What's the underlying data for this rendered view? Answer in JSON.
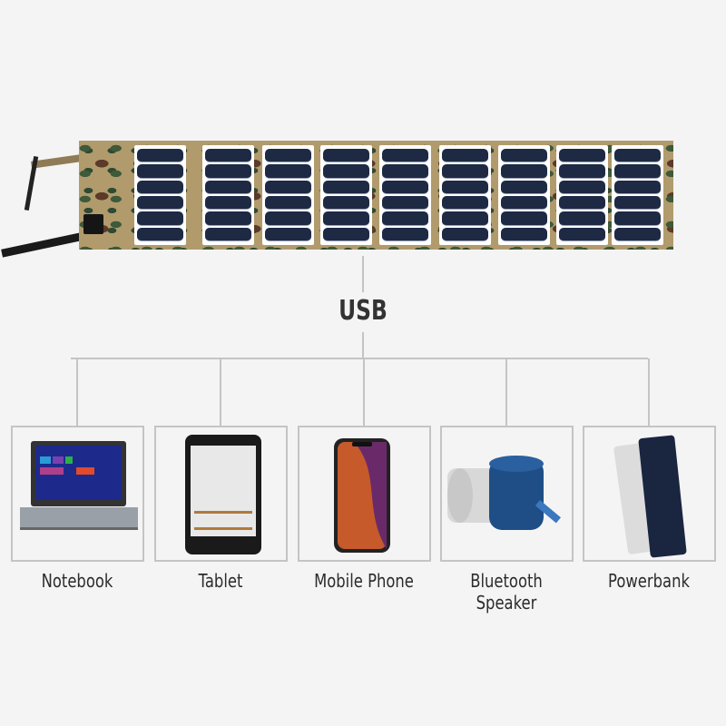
{
  "hub": {
    "label": "USB"
  },
  "devices": [
    {
      "label": "Notebook",
      "icon": "laptop-icon"
    },
    {
      "label": "Tablet",
      "icon": "tablet-icon"
    },
    {
      "label": "Mobile Phone",
      "icon": "smartphone-icon"
    },
    {
      "label": "Bluetooth Speaker",
      "icon": "speaker-icon"
    },
    {
      "label": "Powerbank",
      "icon": "powerbank-icon"
    }
  ],
  "colors": {
    "background": "#f4f4f4",
    "connector_lines": "#c4c4c4",
    "solar_cell": "#1e2a44",
    "camo_base": "#b19a6c"
  }
}
